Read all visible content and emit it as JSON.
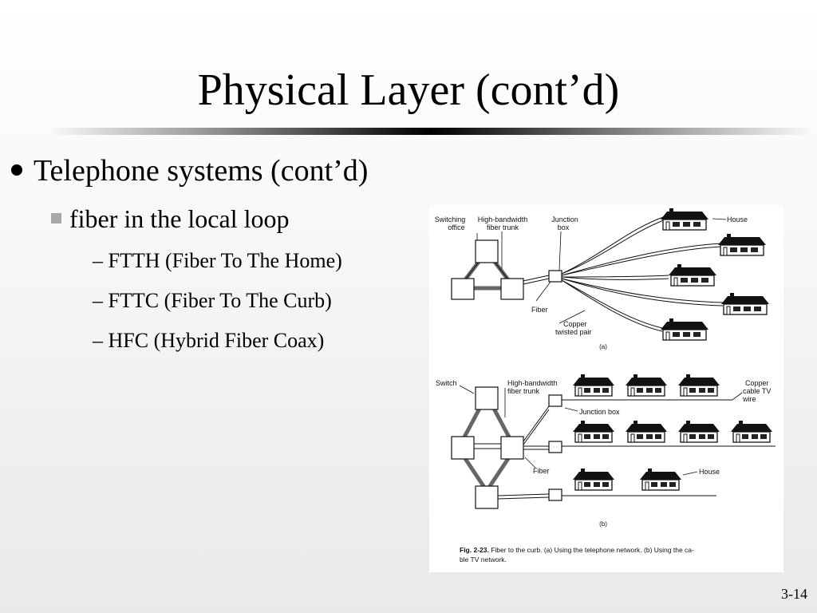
{
  "title": "Physical Layer (cont’d)",
  "bullets": {
    "level1": "Telephone systems (cont’d)",
    "level2": "fiber in the local loop",
    "level3": [
      "– FTTH (Fiber To The Home)",
      "– FTTC (Fiber To The Curb)",
      "– HFC (Hybrid Fiber Coax)"
    ]
  },
  "figure": {
    "a": {
      "switching_office": [
        "Switching",
        "office"
      ],
      "trunk": [
        "High-bandwidth",
        "fiber trunk"
      ],
      "junction": [
        "Junction",
        "box"
      ],
      "house": "House",
      "fiber": "Fiber",
      "copper": [
        "Copper",
        "twisted pair"
      ],
      "label": "(a)"
    },
    "b": {
      "switch": "Switch",
      "trunk": [
        "High-bandwidth",
        "fiber trunk"
      ],
      "copper": [
        "Copper",
        "cable TV",
        "wire"
      ],
      "junction": "Junction box",
      "fiber": "Fiber",
      "house": "House",
      "label": "(b)"
    },
    "caption_bold": "Fig.  2-23.",
    "caption_line1": " Fiber to the curb. (a) Using the telephone network. (b) Using the ca-",
    "caption_line2": "ble TV network."
  },
  "slide_number": "3-14"
}
